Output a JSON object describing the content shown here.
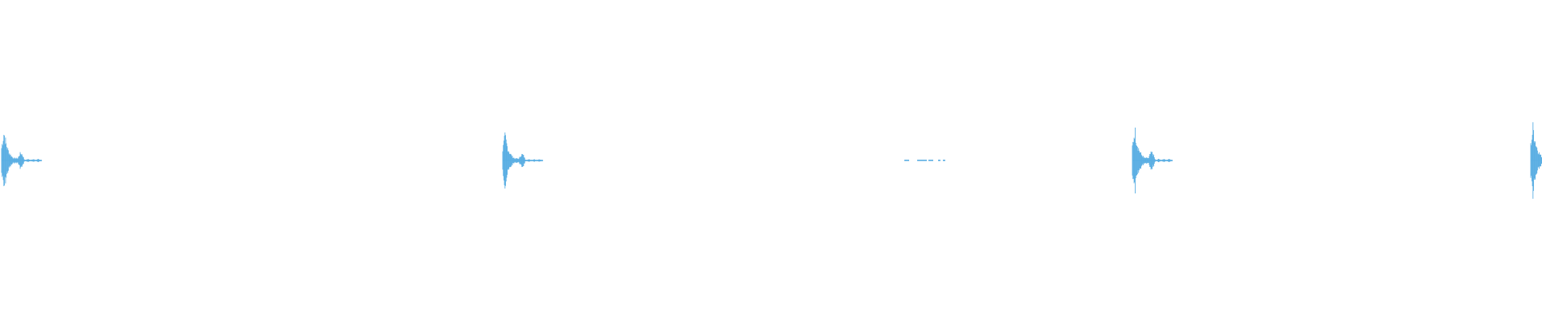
{
  "waveform": {
    "color": "#5aaee3",
    "background": "#ffffff",
    "bursts": [
      {
        "name": "burst-1",
        "kind": "hit",
        "amplitude": 0.85
      },
      {
        "name": "burst-2",
        "kind": "hit",
        "amplitude": 0.72
      },
      {
        "name": "burst-3",
        "kind": "faint",
        "amplitude": 0.04
      },
      {
        "name": "burst-4",
        "kind": "hit",
        "amplitude": 0.92
      },
      {
        "name": "burst-5",
        "kind": "hit",
        "amplitude": 1.0
      }
    ]
  }
}
